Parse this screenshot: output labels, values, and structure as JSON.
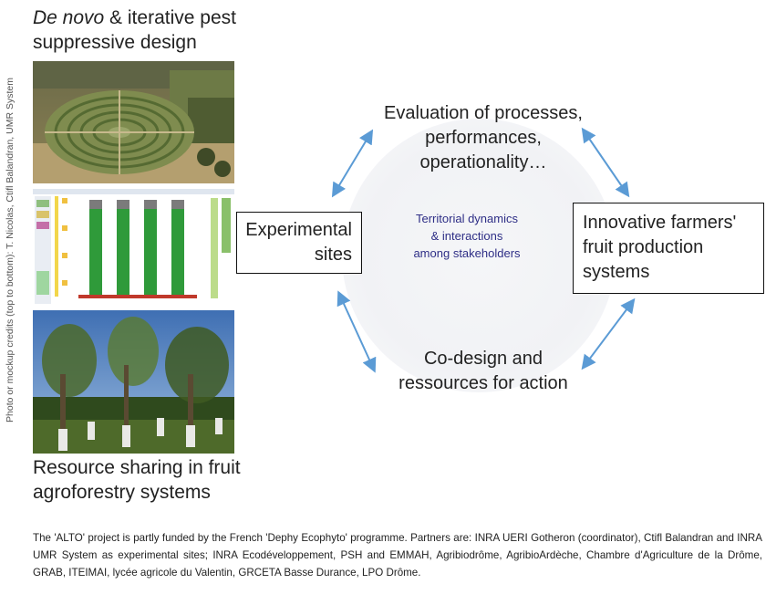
{
  "credits": "Photo or mockup credits (top to bottom): T. Nicolas, Ctifl Balandran, UMR System",
  "top_caption": {
    "italic": "De novo",
    "line1_rest": " & iterative pest",
    "line2": "suppressive design"
  },
  "bottom_caption": {
    "line1": "Resource sharing in fruit",
    "line2": "agroforestry systems"
  },
  "evaluation": {
    "line1": "Evaluation of processes,",
    "line2": "performances,",
    "line3": "operationality…"
  },
  "codesign": {
    "line1": "Co-design and",
    "line2": "ressources for action"
  },
  "center": {
    "line1": "Territorial dynamics",
    "line2": "& interactions",
    "line3": "among stakeholders"
  },
  "experimental": {
    "line1": "Experimental",
    "line2": "sites"
  },
  "innovative": {
    "line1": "Innovative farmers'",
    "line2": "fruit production",
    "line3": "systems"
  },
  "footnote": "The 'ALTO' project is partly funded by the French 'Dephy Ecophyto' programme. Partners are: INRA UERI Gotheron (coordinator), Ctifl Balandran and INRA UMR System as experimental sites; INRA Ecodéveloppement, PSH and EMMAH, Agribiodrôme, AgribioArdèche, Chambre d'Agriculture de la Drôme, GRAB, ITEIMAI, lycée agricole du Valentin, GRCETA Basse Durance, LPO Drôme.",
  "colors": {
    "arrow": "#5b9bd5",
    "center_text": "#2e2e86"
  }
}
